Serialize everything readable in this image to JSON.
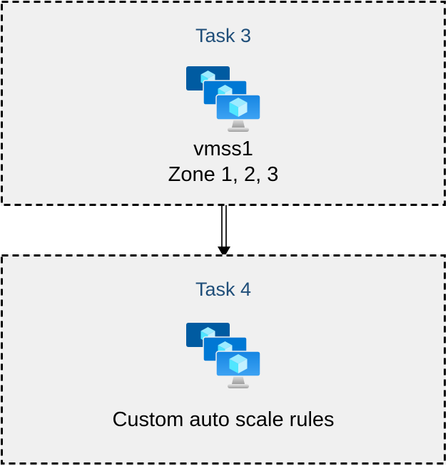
{
  "colors": {
    "page_background": "#ffffff",
    "box_background": "#f0f0f0",
    "box_border": "#000000",
    "task_title": "#1f4e79",
    "label_text": "#000000",
    "arrow": "#000000"
  },
  "icon": {
    "name": "vmss-icon",
    "monitor_back": "#005ba1",
    "monitor_middle": "#0078d4",
    "monitor_front_top": "#1585e2",
    "monitor_front_bottom": "#3ea3f3",
    "cube_top": "#9cebff",
    "cube_left": "#50e6ff",
    "cube_right": "#c3f1ff",
    "stand_light": "#e9e9e9",
    "stand_dark": "#9e9e9e"
  },
  "tasks": [
    {
      "title": "Task 3",
      "labels": [
        "vmss1",
        "Zone 1, 2, 3"
      ]
    },
    {
      "title": "Task 4",
      "labels": [
        "Custom auto scale rules"
      ]
    }
  ],
  "connector": {
    "type": "double-line-arrow",
    "direction": "down"
  }
}
